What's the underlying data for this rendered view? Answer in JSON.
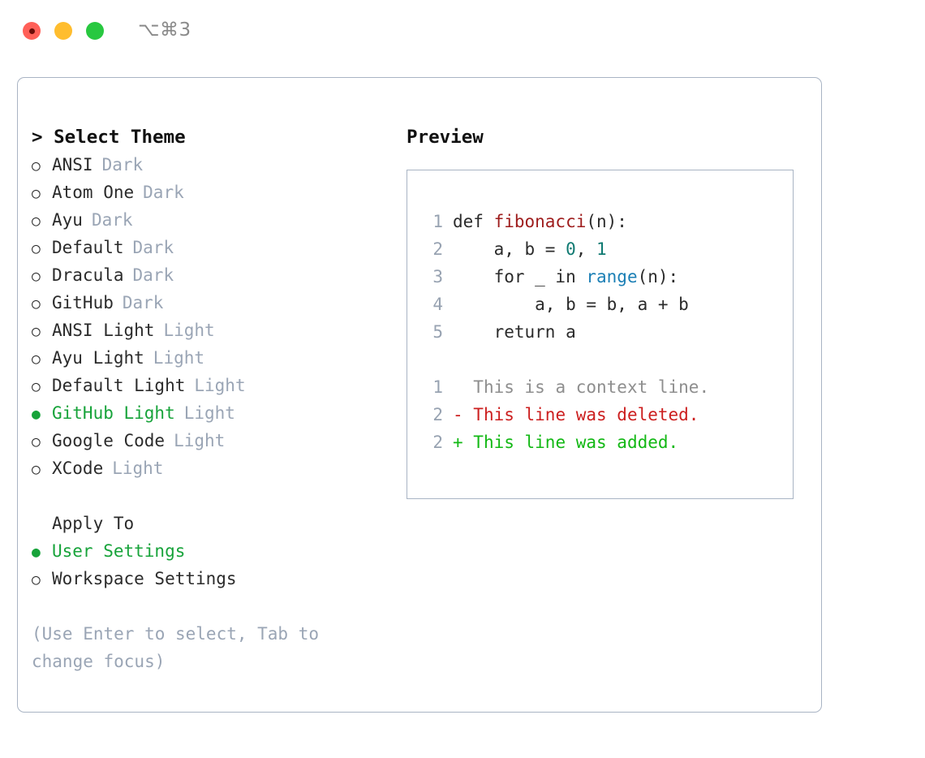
{
  "window": {
    "shortcut_hint": "⌥⌘3",
    "traffic_lights": [
      "close",
      "minimize",
      "maximize"
    ]
  },
  "theme_selector": {
    "heading": "> Select Theme",
    "bullet_selected": "●",
    "bullet_unselected": "○",
    "selected_theme": "GitHub Light",
    "accent_color": "#17a33a",
    "items": [
      {
        "name": "ANSI",
        "variant": "Dark",
        "selected": false
      },
      {
        "name": "Atom One",
        "variant": "Dark",
        "selected": false
      },
      {
        "name": "Ayu",
        "variant": "Dark",
        "selected": false
      },
      {
        "name": "Default",
        "variant": "Dark",
        "selected": false
      },
      {
        "name": "Dracula",
        "variant": "Dark",
        "selected": false
      },
      {
        "name": "GitHub",
        "variant": "Dark",
        "selected": false
      },
      {
        "name": "ANSI Light",
        "variant": "Light",
        "selected": false
      },
      {
        "name": "Ayu Light",
        "variant": "Light",
        "selected": false
      },
      {
        "name": "Default Light",
        "variant": "Light",
        "selected": false
      },
      {
        "name": "GitHub Light",
        "variant": "Light",
        "selected": true
      },
      {
        "name": "Google Code",
        "variant": "Light",
        "selected": false
      },
      {
        "name": "XCode",
        "variant": "Light",
        "selected": false
      }
    ]
  },
  "apply_to": {
    "heading": "Apply To",
    "selected_scope": "User Settings",
    "items": [
      {
        "name": "User Settings",
        "selected": true
      },
      {
        "name": "Workspace Settings",
        "selected": false
      }
    ]
  },
  "hint": {
    "text": "(Use Enter to select, Tab to change focus)"
  },
  "preview": {
    "heading": "Preview",
    "code_lines": [
      {
        "line_no": "1",
        "segments": [
          {
            "text": "def ",
            "token": "plain"
          },
          {
            "text": "fibonacci",
            "token": "function"
          },
          {
            "text": "(n):",
            "token": "plain"
          }
        ]
      },
      {
        "line_no": "2",
        "segments": [
          {
            "text": "    a, b = ",
            "token": "plain"
          },
          {
            "text": "0",
            "token": "number"
          },
          {
            "text": ", ",
            "token": "plain"
          },
          {
            "text": "1",
            "token": "number"
          }
        ]
      },
      {
        "line_no": "3",
        "segments": [
          {
            "text": "    for _ in ",
            "token": "plain"
          },
          {
            "text": "range",
            "token": "call"
          },
          {
            "text": "(n):",
            "token": "plain"
          }
        ]
      },
      {
        "line_no": "4",
        "segments": [
          {
            "text": "        a, b = b, a + b",
            "token": "plain"
          }
        ]
      },
      {
        "line_no": "5",
        "segments": [
          {
            "text": "    return a",
            "token": "plain"
          }
        ]
      }
    ],
    "diff_lines": [
      {
        "line_no": "1",
        "marker": " ",
        "text": " This is a context line.",
        "kind": "context"
      },
      {
        "line_no": "2",
        "marker": "-",
        "text": " This line was deleted.",
        "kind": "deleted"
      },
      {
        "line_no": "2",
        "marker": "+",
        "text": " This line was added.",
        "kind": "added"
      }
    ]
  }
}
